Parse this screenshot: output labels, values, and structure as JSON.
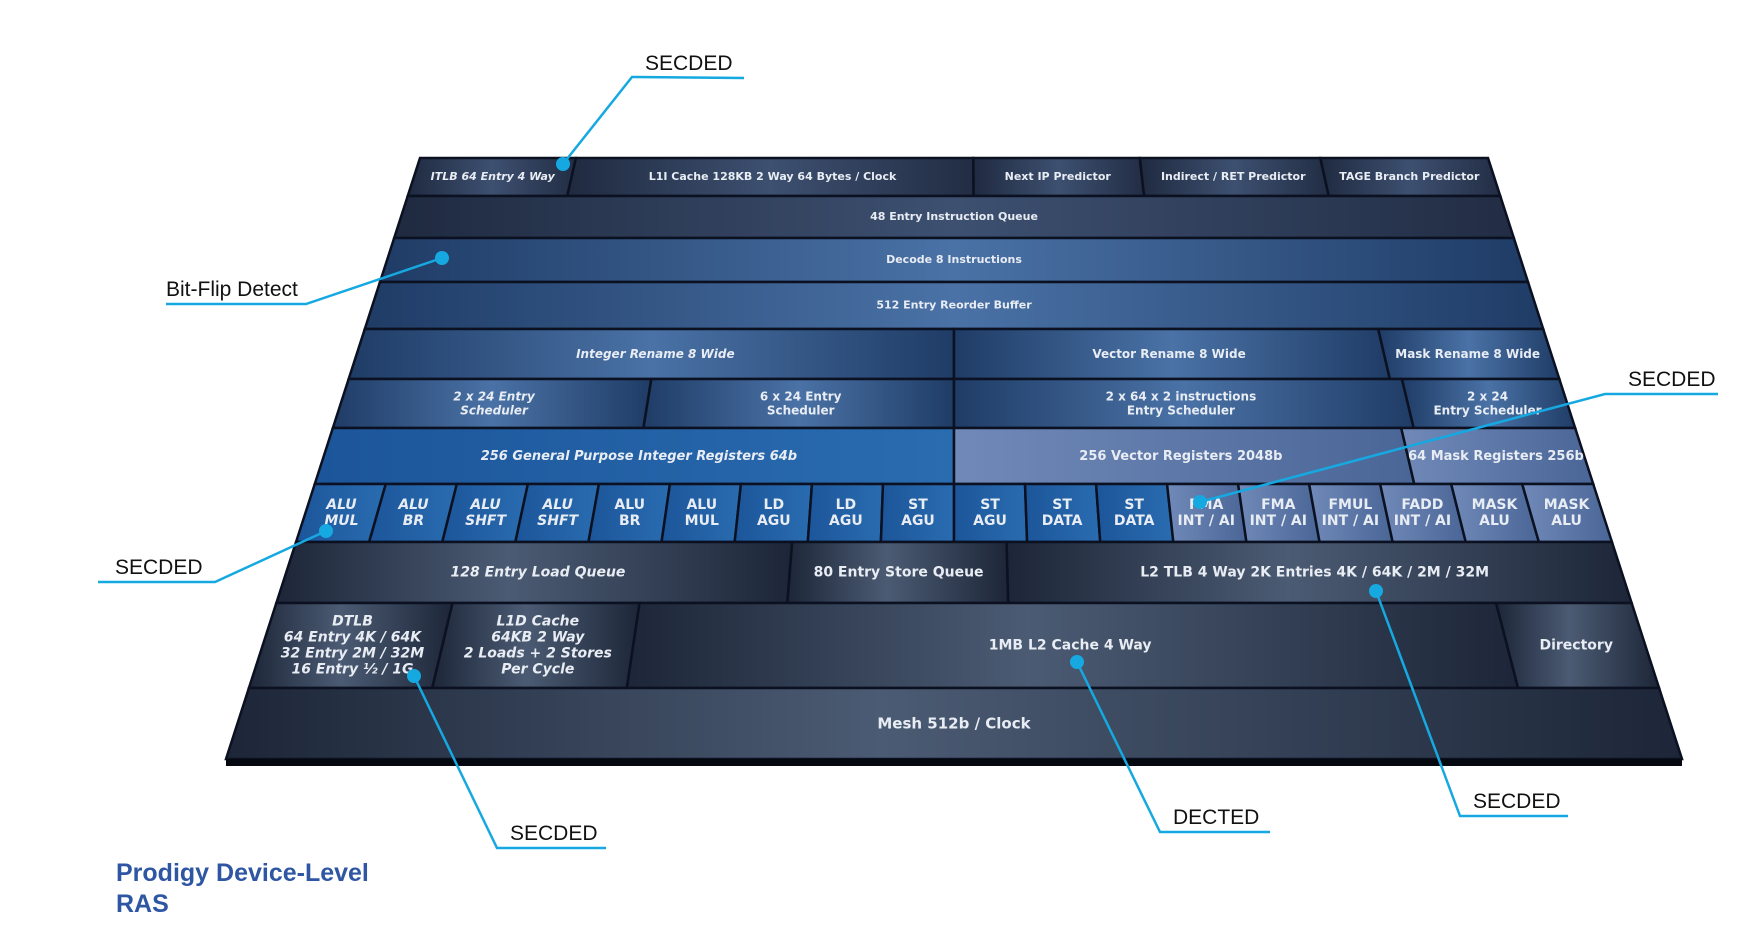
{
  "title": {
    "line1": "Prodigy Device-Level",
    "line2": "RAS"
  },
  "colors": {
    "callout": "#16a9e1",
    "title": "#2e56a3",
    "dark": "#2a3650",
    "mid": "#3f6ea6",
    "bright": "#2565a8",
    "vec": "#6a84b5",
    "slate": "#485a73"
  },
  "rows": [
    {
      "name": "frontend-row",
      "blocks": [
        {
          "label": "ITLB 64 Entry 4 Way",
          "italic": true
        },
        {
          "label": "L1I Cache 128KB 2 Way 64 Bytes / Clock"
        },
        {
          "label": "Next IP Predictor"
        },
        {
          "label": "Indirect / RET Predictor"
        },
        {
          "label": "TAGE Branch Predictor"
        }
      ]
    },
    {
      "name": "iq-row",
      "blocks": [
        {
          "label": "48 Entry Instruction Queue"
        }
      ]
    },
    {
      "name": "decode-row",
      "blocks": [
        {
          "label": "Decode 8 Instructions"
        }
      ]
    },
    {
      "name": "rob-row",
      "blocks": [
        {
          "label": "512 Entry Reorder Buffer"
        }
      ]
    },
    {
      "name": "rename-row",
      "blocks": [
        {
          "label": "Integer Rename 8 Wide",
          "italic": true
        },
        {
          "label": "Vector Rename 8 Wide"
        },
        {
          "label": "Mask Rename 8 Wide"
        }
      ]
    },
    {
      "name": "scheduler-row",
      "blocks": [
        {
          "label": "2 x 24 Entry\nScheduler",
          "italic": true
        },
        {
          "label": "6 x 24 Entry\nScheduler"
        },
        {
          "label": "2 x 64 x 2 instructions\nEntry Scheduler"
        },
        {
          "label": "2 x 24\nEntry Scheduler"
        }
      ]
    },
    {
      "name": "register-row",
      "blocks": [
        {
          "label": "256 General Purpose Integer Registers 64b",
          "italic": true
        },
        {
          "label": "256 Vector Registers 2048b"
        },
        {
          "label": "64 Mask Registers 256b"
        }
      ]
    },
    {
      "name": "execution-row",
      "blocks": [
        {
          "label": "ALU\nMUL",
          "italic": true
        },
        {
          "label": "ALU\nBR",
          "italic": true
        },
        {
          "label": "ALU\nSHFT",
          "italic": true
        },
        {
          "label": "ALU\nSHFT",
          "italic": true
        },
        {
          "label": "ALU\nBR"
        },
        {
          "label": "ALU\nMUL"
        },
        {
          "label": "LD\nAGU"
        },
        {
          "label": "LD\nAGU"
        },
        {
          "label": "ST\nAGU"
        },
        {
          "label": "ST\nAGU"
        },
        {
          "label": "ST\nDATA"
        },
        {
          "label": "ST\nDATA"
        },
        {
          "label": "FMA\nINT / AI"
        },
        {
          "label": "FMA\nINT / AI"
        },
        {
          "label": "FMUL\nINT / AI"
        },
        {
          "label": "FADD\nINT / AI"
        },
        {
          "label": "MASK\nALU"
        },
        {
          "label": "MASK\nALU"
        }
      ]
    },
    {
      "name": "queue-row",
      "blocks": [
        {
          "label": "128 Entry Load Queue",
          "italic": true
        },
        {
          "label": "80 Entry Store Queue"
        },
        {
          "label": "L2 TLB 4 Way 2K Entries 4K / 64K / 2M / 32M"
        }
      ]
    },
    {
      "name": "cache-row",
      "blocks": [
        {
          "label": "DTLB\n64 Entry 4K / 64K\n32 Entry 2M / 32M\n16 Entry ½ / 1G",
          "italic": true
        },
        {
          "label": "L1D Cache\n64KB 2 Way\n2 Loads + 2 Stores\nPer Cycle",
          "italic": true
        },
        {
          "label": "1MB L2 Cache 4 Way"
        },
        {
          "label": "Directory"
        }
      ]
    },
    {
      "name": "mesh-row",
      "blocks": [
        {
          "label": "Mesh 512b / Clock"
        }
      ]
    }
  ],
  "callouts": [
    {
      "name": "itlb",
      "label": "SECDED"
    },
    {
      "name": "decode",
      "label": "Bit-Flip Detect"
    },
    {
      "name": "vector-exec",
      "label": "SECDED"
    },
    {
      "name": "alu",
      "label": "SECDED"
    },
    {
      "name": "dtlb",
      "label": "SECDED"
    },
    {
      "name": "l2-cache",
      "label": "DECTED"
    },
    {
      "name": "l2-tlb",
      "label": "SECDED"
    }
  ]
}
